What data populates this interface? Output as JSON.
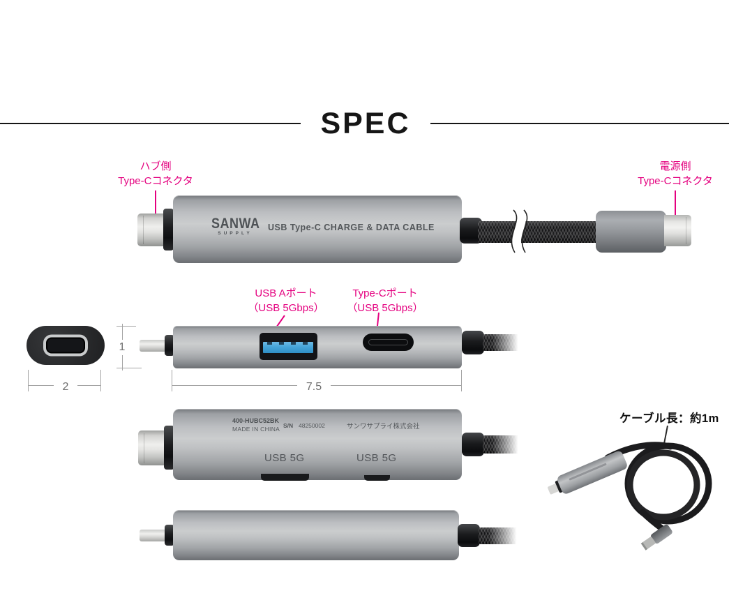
{
  "header": {
    "title": "SPEC"
  },
  "colors": {
    "accent_pink": "#e4007f",
    "usb_a_blue": "#46a5d9",
    "metal_silver": "#bcbec1",
    "cable_black": "#141416"
  },
  "annotations": {
    "hub_connector": {
      "line1": "ハブ側",
      "line2": "Type-Cコネクタ"
    },
    "power_connector": {
      "line1": "電源側",
      "line2": "Type-Cコネクタ"
    },
    "usb_a_port": {
      "line1": "USB Aポート",
      "line2": "（USB 5Gbps）"
    },
    "type_c_port": {
      "line1": "Type-Cポート",
      "line2": "（USB 5Gbps）"
    },
    "cable_length": "ケーブル長：約1m"
  },
  "dimensions": {
    "height": "1",
    "width": "2",
    "length": "7.5"
  },
  "device_print": {
    "brand": "SANWA",
    "brand_sub": "SUPPLY",
    "top_label": "USB Type-C CHARGE & DATA CABLE",
    "model": "400-HUBC52BK",
    "made_in": "MADE IN CHINA",
    "serial_prefix": "S/N",
    "serial_number": "48250002",
    "company": "サンワサプライ株式会社",
    "usb_a_speed": "USB 5G",
    "type_c_speed": "USB 5G"
  }
}
